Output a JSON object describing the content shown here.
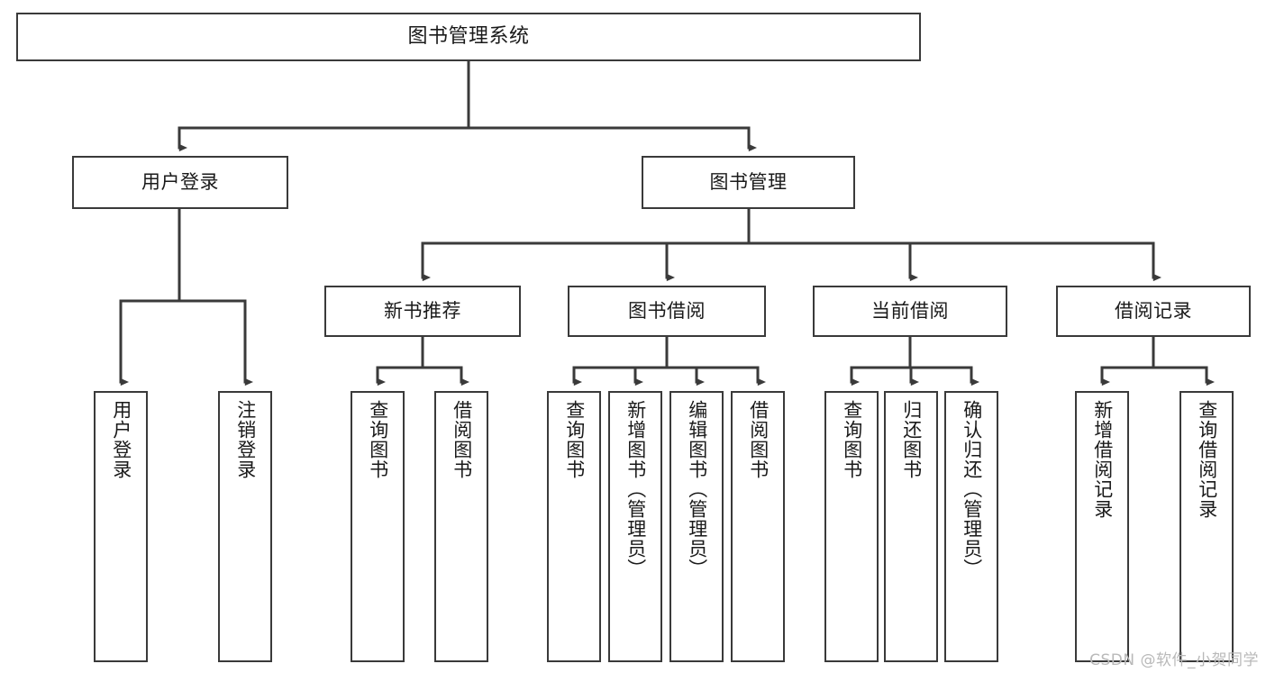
{
  "diagram": {
    "title": "图书管理系统",
    "type": "tree",
    "stroke_color": "#3a3a3a",
    "fill_color": "#ffffff",
    "text_color": "#1a1a1a",
    "nodes": {
      "root": {
        "label": "图书管理系统"
      },
      "level2": [
        {
          "id": "user-login",
          "label": "用户登录"
        },
        {
          "id": "book-manage",
          "label": "图书管理"
        }
      ],
      "level3": [
        {
          "id": "new-book-recommend",
          "label": "新书推荐"
        },
        {
          "id": "book-borrow",
          "label": "图书借阅"
        },
        {
          "id": "current-borrow",
          "label": "当前借阅"
        },
        {
          "id": "borrow-record",
          "label": "借阅记录"
        }
      ],
      "leaves": [
        {
          "id": "leaf-user-login",
          "label": "用户登录",
          "parent": "user-login"
        },
        {
          "id": "leaf-logout-login",
          "label": "注销登录",
          "parent": "user-login"
        },
        {
          "id": "leaf-query-book-1",
          "label": "查询图书",
          "parent": "new-book-recommend"
        },
        {
          "id": "leaf-borrow-book-1",
          "label": "借阅图书",
          "parent": "new-book-recommend"
        },
        {
          "id": "leaf-query-book-2",
          "label": "查询图书",
          "parent": "book-borrow"
        },
        {
          "id": "leaf-add-book",
          "label": "新增图书（管理员）",
          "parent": "book-borrow"
        },
        {
          "id": "leaf-edit-book",
          "label": "编辑图书（管理员）",
          "parent": "book-borrow"
        },
        {
          "id": "leaf-borrow-book-2",
          "label": "借阅图书",
          "parent": "book-borrow"
        },
        {
          "id": "leaf-query-book-3",
          "label": "查询图书",
          "parent": "current-borrow"
        },
        {
          "id": "leaf-return-book",
          "label": "归还图书",
          "parent": "current-borrow"
        },
        {
          "id": "leaf-confirm-return",
          "label": "确认归还（管理员）",
          "parent": "current-borrow"
        },
        {
          "id": "leaf-add-record",
          "label": "新增借阅记录",
          "parent": "borrow-record"
        },
        {
          "id": "leaf-query-record",
          "label": "查询借阅记录",
          "parent": "borrow-record"
        }
      ]
    }
  },
  "watermark": {
    "text": "CSDN @软件_小贺同学"
  }
}
